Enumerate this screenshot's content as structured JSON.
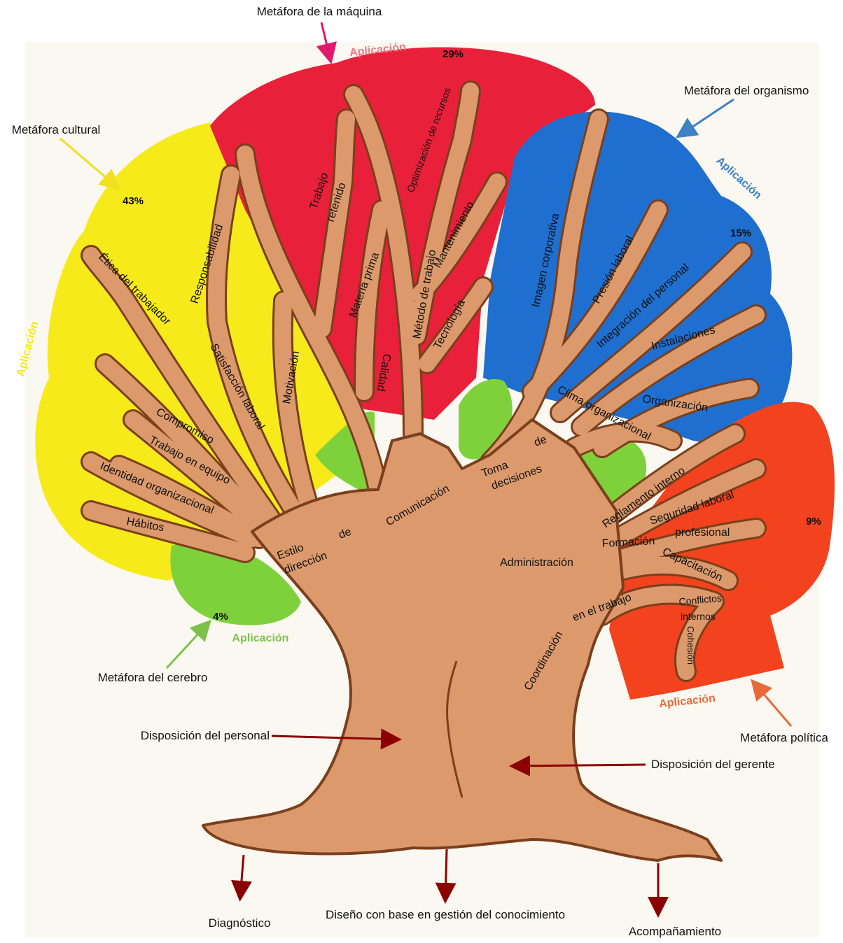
{
  "colors": {
    "cultural": "#f7ea1a",
    "machine": "#e8203a",
    "organism": "#1f6fd0",
    "political": "#f2421e",
    "brain": "#7fd13b",
    "trunk": "#dc9a6c",
    "outline": "#7a3f1c",
    "arrow_dark": "#8b0000",
    "arrow_cultural": "#f0e020",
    "arrow_machine": "#e0196b",
    "arrow_organism": "#3c82c4",
    "arrow_political": "#e86a3a",
    "arrow_brain": "#7cc24a"
  },
  "metaphors": {
    "machine": {
      "title": "Metáfora de la máquina",
      "application": "Aplicación",
      "percent": "29%"
    },
    "organism": {
      "title": "Metáfora del organismo",
      "application": "Aplicación",
      "percent": "15%"
    },
    "cultural": {
      "title": "Metáfora cultural",
      "application": "Aplicación",
      "percent": "43%"
    },
    "brain": {
      "title": "Metáfora del cerebro",
      "application": "Aplicación",
      "percent": "4%"
    },
    "political": {
      "title": "Metáfora política",
      "application": "Aplicación",
      "percent": "9%"
    }
  },
  "branches": {
    "cultural": [
      "Responsabilidad",
      "Ética del trabajador",
      "Satisfacción laboral",
      "Motivación",
      "Compromiso",
      "Trabajo en equipo",
      "Identidad organizacional",
      "Hábitos"
    ],
    "machine": [
      "Trabajo",
      "retenido",
      "Optimización de recursos",
      "Materia prima",
      "Método de trabajo",
      "Mantenimiento",
      "Tecnología",
      "Calidad"
    ],
    "organism": [
      "Imagen corporativa",
      "Presión laboral",
      "Integración del personal",
      "Instalaciones",
      "Organización",
      "Clima organizacional"
    ],
    "political": [
      "Reglamento interno",
      "Seguridad laboral",
      "Formación",
      "profesional",
      "Capacitación",
      "Conflictos",
      "internos",
      "Cohesión"
    ],
    "trunk": [
      "Estilo",
      "de",
      "dirección",
      "Comunicación",
      "Toma",
      "de",
      "decisiones",
      "Administración",
      "Coordinación",
      "en el trabajo"
    ]
  },
  "annotations": {
    "staff_disposition": "Disposición del personal",
    "manager_disposition": "Disposición del gerente"
  },
  "roots": [
    "Diagnóstico",
    "Diseño con base en gestión del conocimiento",
    "Acompañamiento"
  ]
}
